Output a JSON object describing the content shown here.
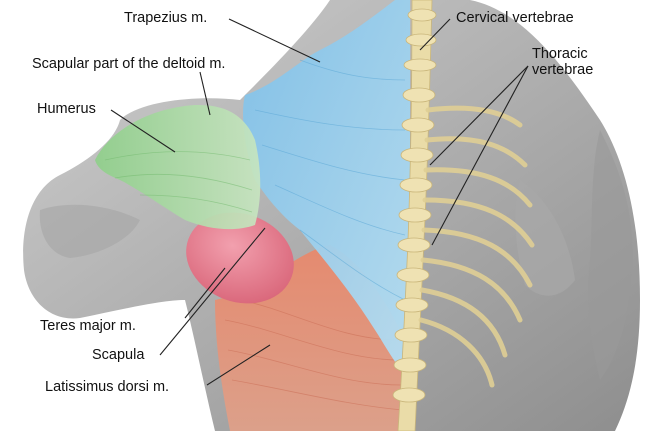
{
  "diagram": {
    "labels": {
      "trapezius": "Trapezius m.",
      "cervical": "Cervical vertebrae",
      "deltoid": "Scapular part of the deltoid m.",
      "thoracic_line1": "Thoracic",
      "thoracic_line2": "vertebrae",
      "humerus": "Humerus",
      "teres": "Teres major m.",
      "scapula": "Scapula",
      "latissimus": "Latissimus dorsi m."
    },
    "colors": {
      "background": "#ffffff",
      "skin_gray": "#b9b9b9",
      "trapezius_blue": "#8ec9ea",
      "deltoid_green": "#a8d6a4",
      "teres_pink": "#e87f8f",
      "latissimus_salmon": "#e9967a",
      "bone_yellow": "#eadca8",
      "leader_line": "#222222"
    }
  }
}
